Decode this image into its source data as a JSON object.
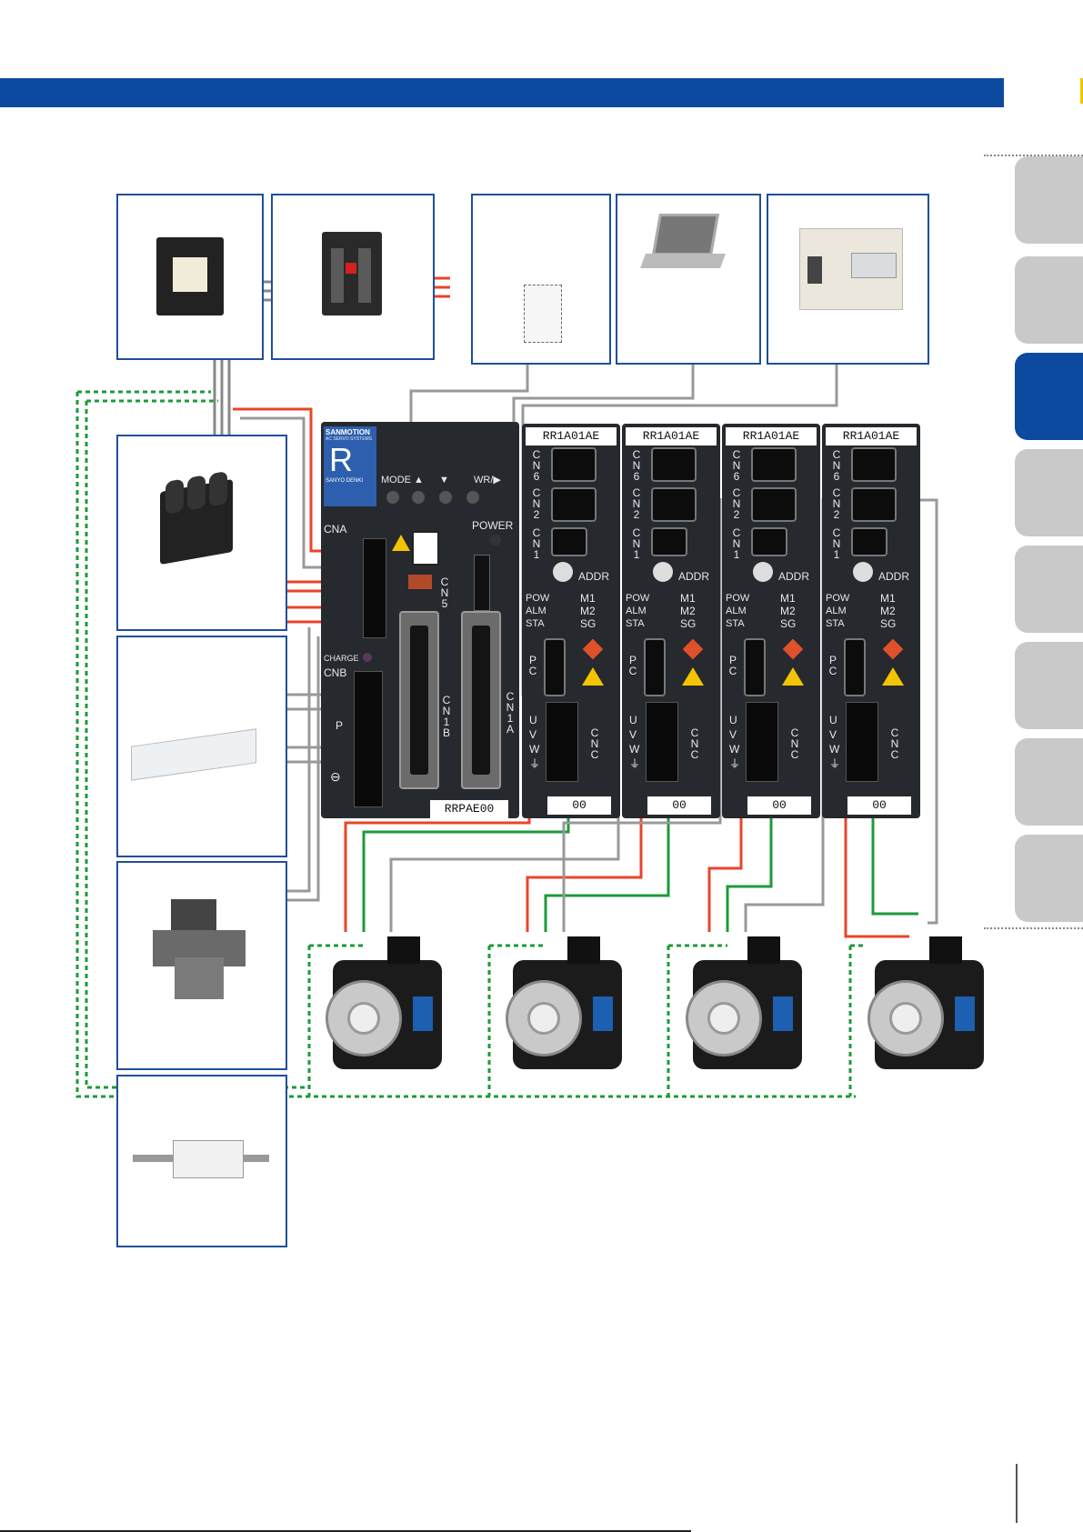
{
  "colors": {
    "header": "#0b4a9e",
    "accent": "#f2c500",
    "box_border": "#1f4f9a",
    "ground": "#1e9a3a",
    "power_wire": "#e8452a"
  },
  "logo": {
    "brand": "SANMOTION",
    "sub": "AC SERVO SYSTEMS",
    "letter": "R",
    "maker": "SANYO DENKI"
  },
  "power_module": {
    "buttons": [
      "MODE ▲",
      "▼",
      "WR/▶"
    ],
    "power": "POWER",
    "cna": "CNA",
    "charge": "CHARGE",
    "cnb": "CNB",
    "cnb_p": "P",
    "ground_symbol": "⊖",
    "cn5": "CN5",
    "cn1b": "CN1B",
    "cn1a": "CN1A",
    "model": "RRPAE00"
  },
  "axis_modules": [
    {
      "model": "RR1A01AE",
      "bottom": "00"
    },
    {
      "model": "RR1A01AE",
      "bottom": "00"
    },
    {
      "model": "RR1A01AE",
      "bottom": "00"
    },
    {
      "model": "RR1A01AE",
      "bottom": "00"
    }
  ],
  "axis_labels": {
    "cn6": "CN6",
    "cn2": "CN2",
    "cn1": "CN1",
    "addr": "ADDR",
    "pow": "POW",
    "alm": "ALM",
    "sta": "STA",
    "m1": "M1",
    "m2": "M2",
    "sg": "SG",
    "pc": "PC",
    "u": "U",
    "v": "V",
    "w": "W",
    "cnc": "CNC",
    "earth": "⏚"
  },
  "icons": [
    "breaker-icon",
    "contactor-icon",
    "connector-icon",
    "laptop-icon",
    "controller-icon",
    "noise-filter-icon",
    "resistor-icon",
    "reactor-icon",
    "ferrite-icon",
    "servo-motor-icon"
  ]
}
